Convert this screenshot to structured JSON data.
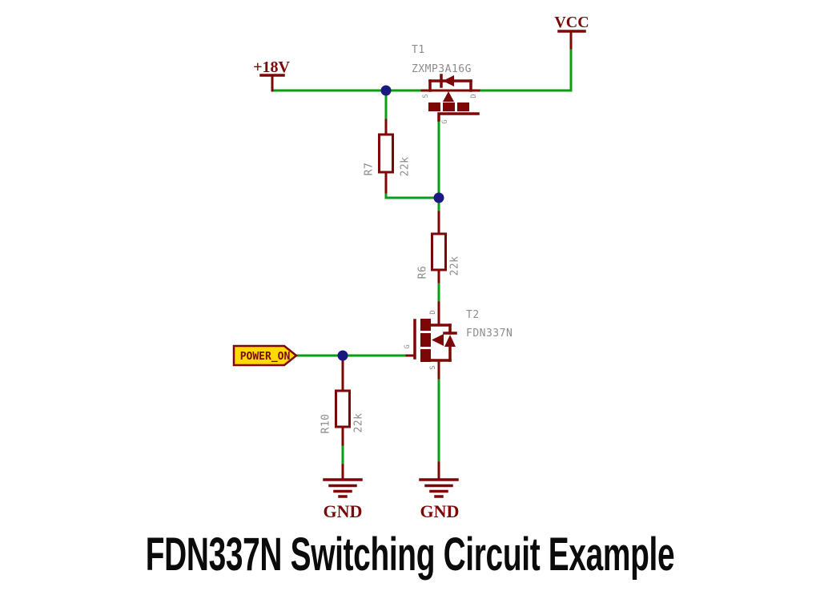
{
  "title": "FDN337N Switching Circuit Example",
  "colors": {
    "bg": "#ffffff",
    "wire": "#0a9e14",
    "comp": "#7d0707",
    "dot": "#191980",
    "gray": "#8c8c8c",
    "net": "#7a0a0a",
    "flagfill": "#ffd900",
    "titlecolor": "#0b0b0b"
  },
  "nets": {
    "supply18": "+18V",
    "vcc": "VCC",
    "gnd_left": "GND",
    "gnd_right": "GND",
    "power_on": "POWER_ON"
  },
  "transistors": {
    "t1": {
      "ref": "T1",
      "part": "ZXMP3A16G",
      "pin_s": "S",
      "pin_d": "D",
      "pin_g": "G"
    },
    "t2": {
      "ref": "T2",
      "part": "FDN337N",
      "pin_d": "D",
      "pin_g": "G",
      "pin_s": "S"
    }
  },
  "resistors": {
    "r7": {
      "ref": "R7",
      "value": "22k"
    },
    "r6": {
      "ref": "R6",
      "value": "22k"
    },
    "r10": {
      "ref": "R10",
      "value": "22k"
    }
  }
}
